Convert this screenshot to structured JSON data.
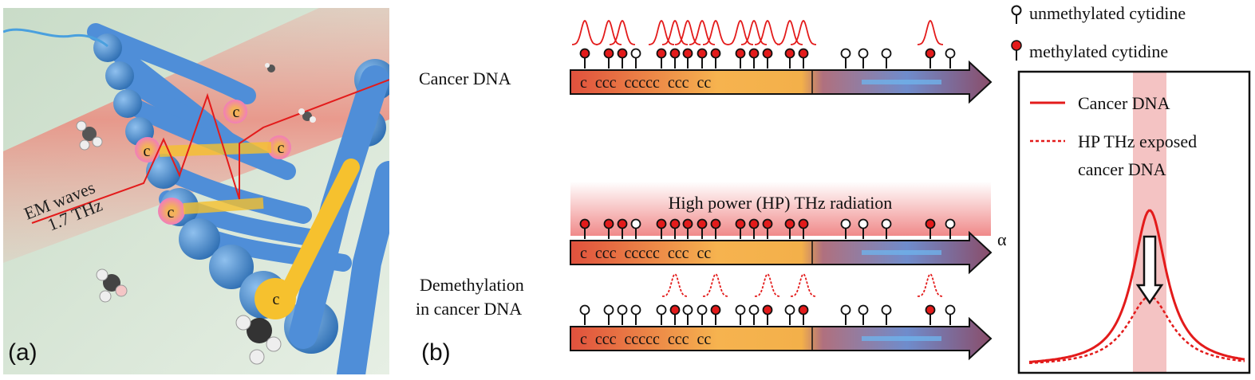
{
  "panel_a": {
    "label": "(a)",
    "wave_label_line1": "EM waves",
    "wave_label_line2": "1.7 THz",
    "base_letter": "c"
  },
  "panel_b": {
    "label": "(b)",
    "row1_label": "Cancer DNA",
    "radiation_label": "High power (HP) THz radiation",
    "row3_label_line1": "Demethylation",
    "row3_label_line2": "in cancer DNA",
    "alpha_label": "α",
    "strand_text": "c  ccc  ccccc  ccc  cc"
  },
  "legend": {
    "unmethylated": "unmethylated cytidine",
    "methylated": "methylated cytidine"
  },
  "spectrum_box": {
    "series_solid": "Cancer DNA",
    "series_dashed_line1": "HP THz exposed",
    "series_dashed_line2": "cancer DNA"
  },
  "colors": {
    "red": "#e31b1b",
    "blue": "#4f8ed8",
    "band_pink": "#f4c3c3"
  }
}
